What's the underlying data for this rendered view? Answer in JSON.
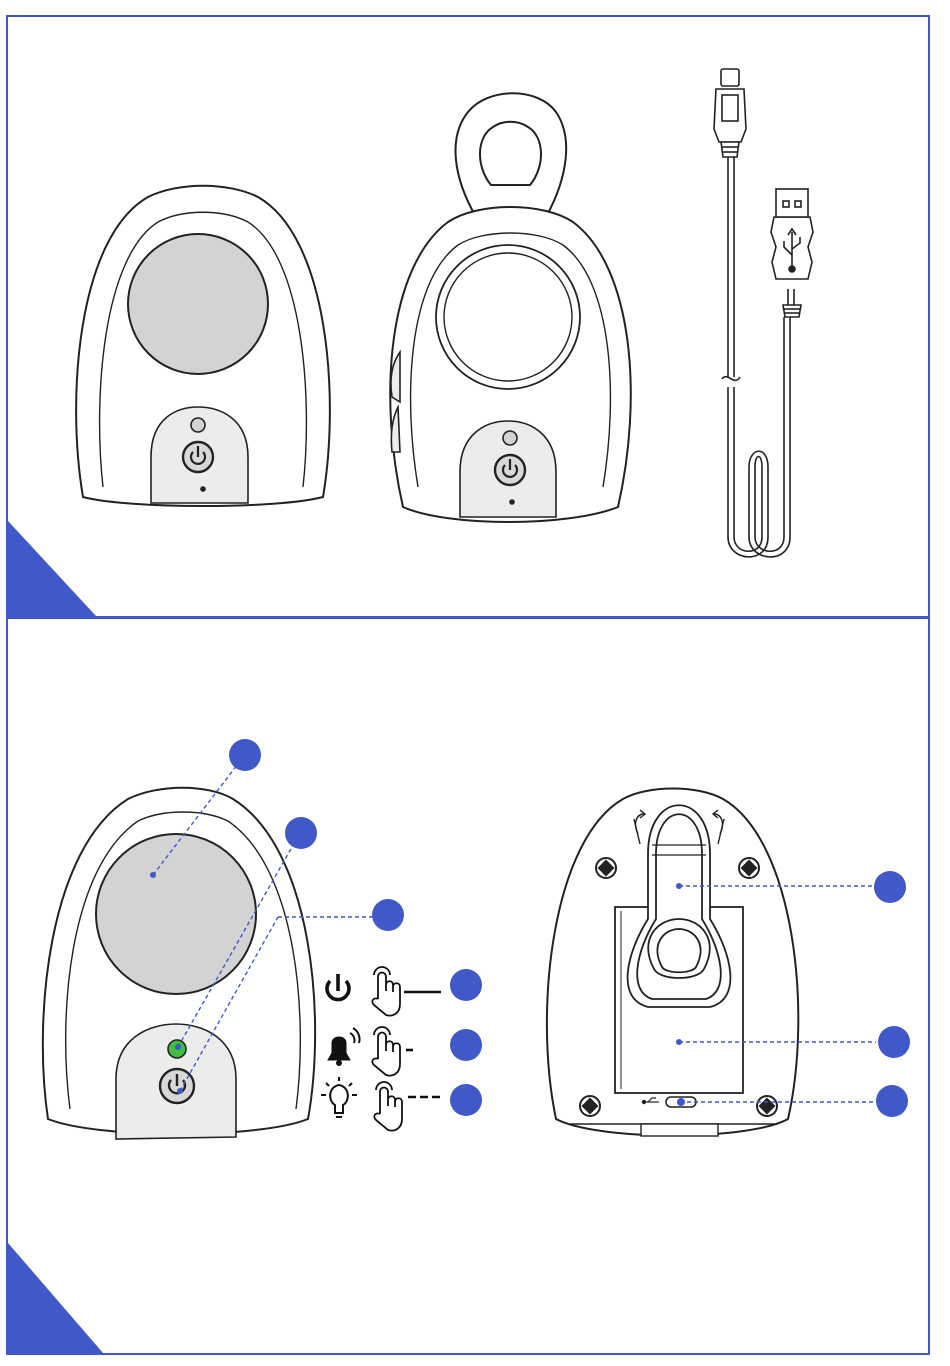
{
  "colors": {
    "accent": "#4158c8",
    "outline": "#222222",
    "speaker_fill": "#d3d3d3",
    "led_green": "#3fbf3f",
    "button_panel": "#ececec"
  },
  "top_panel": {
    "items": [
      "baby-unit",
      "parent-unit",
      "usb-cable"
    ],
    "icons": [
      "power-icon",
      "usb-symbol-icon"
    ]
  },
  "bottom_panel": {
    "front_callouts": [
      "speaker",
      "led",
      "power-button"
    ],
    "legend": [
      {
        "icon": "power-icon",
        "gesture": "tap-hand-icon",
        "press": "long"
      },
      {
        "icon": "bell-icon",
        "gesture": "tap-hand-icon",
        "press": "short"
      },
      {
        "icon": "lightbulb-icon",
        "gesture": "tap-hand-icon",
        "press": "triple"
      }
    ],
    "back_callouts": [
      "belt-clip",
      "battery-cover",
      "usb-port"
    ],
    "icons": [
      "rotate-arrow-icon",
      "screw-icon",
      "usb-symbol-icon"
    ]
  }
}
